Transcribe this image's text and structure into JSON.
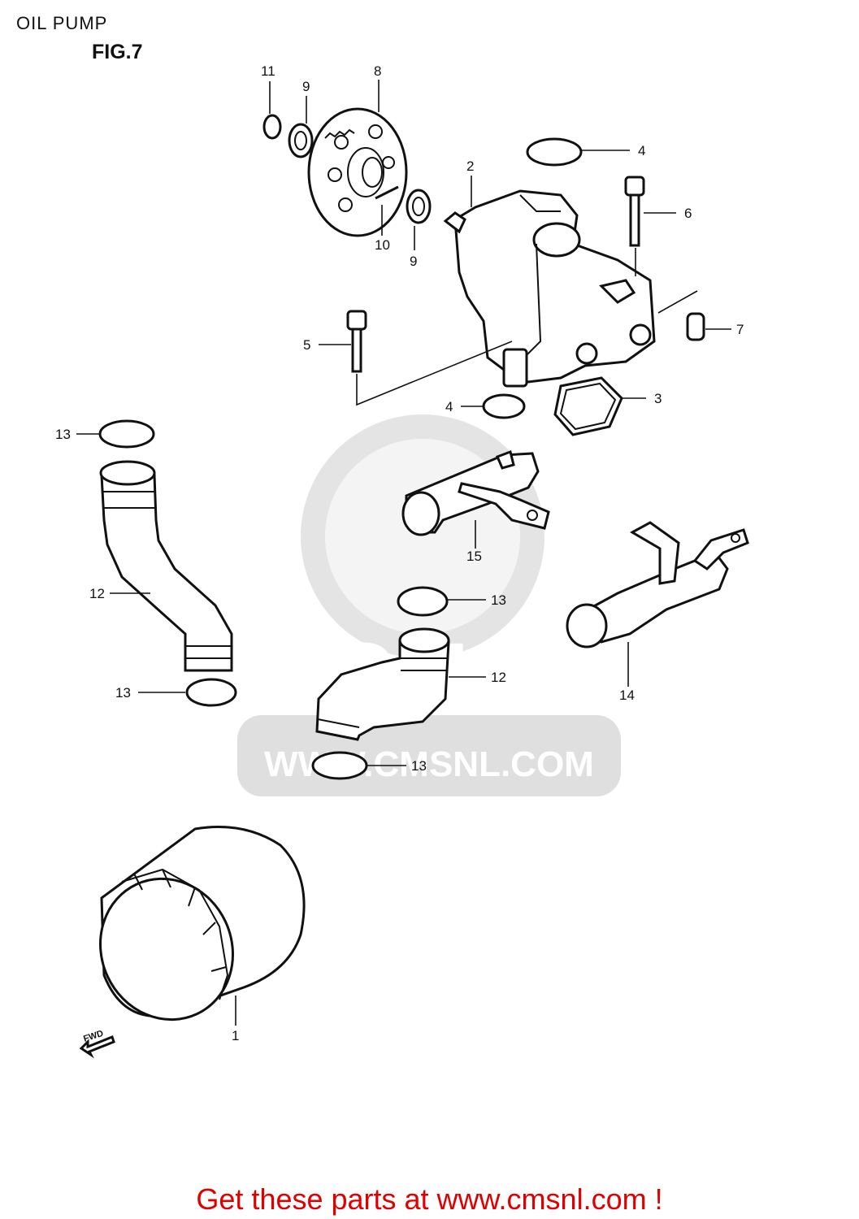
{
  "title": "OIL PUMP",
  "figure": "FIG.7",
  "watermark": {
    "letters": "CMS",
    "url": "WWW.CMSNL.COM"
  },
  "callouts": [
    {
      "id": "11",
      "text": "11"
    },
    {
      "id": "9a",
      "text": "9"
    },
    {
      "id": "8",
      "text": "8"
    },
    {
      "id": "4a",
      "text": "4"
    },
    {
      "id": "2",
      "text": "2"
    },
    {
      "id": "6",
      "text": "6"
    },
    {
      "id": "10",
      "text": "10"
    },
    {
      "id": "9b",
      "text": "9"
    },
    {
      "id": "7",
      "text": "7"
    },
    {
      "id": "5",
      "text": "5"
    },
    {
      "id": "4b",
      "text": "4"
    },
    {
      "id": "3",
      "text": "3"
    },
    {
      "id": "13a",
      "text": "13"
    },
    {
      "id": "15",
      "text": "15"
    },
    {
      "id": "12a",
      "text": "12"
    },
    {
      "id": "13b",
      "text": "13"
    },
    {
      "id": "12b",
      "text": "12"
    },
    {
      "id": "14",
      "text": "14"
    },
    {
      "id": "13c",
      "text": "13"
    },
    {
      "id": "13d",
      "text": "13"
    },
    {
      "id": "1",
      "text": "1"
    }
  ],
  "fwd_marker": "FWD",
  "footer": "Get these parts at www.cmsnl.com !"
}
